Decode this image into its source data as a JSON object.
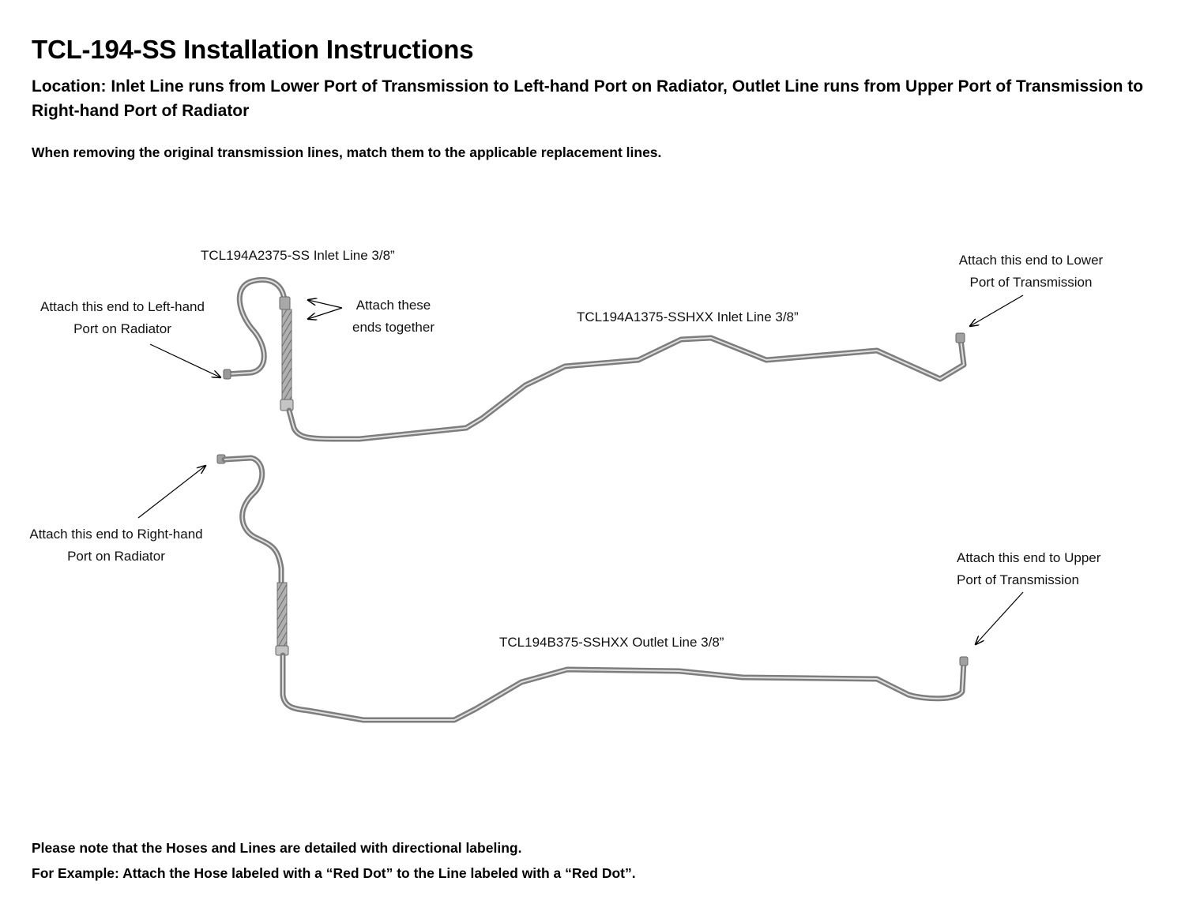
{
  "header": {
    "title": "TCL-194-SS Installation Instructions",
    "location": "Location: Inlet Line runs from Lower Port of Transmission to Left-hand Port on Radiator, Outlet Line runs from Upper Port of Transmission to Right-hand Port of Radiator",
    "removal_note": "When removing the original transmission lines, match them to the applicable replacement lines."
  },
  "diagram": {
    "inlet_short_part": "TCL194A2375-SS Inlet Line 3/8”",
    "inlet_long_part": "TCL194A1375-SSHXX Inlet Line 3/8”",
    "outlet_part": "TCL194B375-SSHXX Outlet Line 3/8”",
    "left_radiator": [
      "Attach this end to Left-hand",
      "Port on Radiator"
    ],
    "join_ends": [
      "Attach these",
      "ends together"
    ],
    "lower_transmission": [
      "Attach this end to Lower",
      "Port of Transmission"
    ],
    "right_radiator": [
      "Attach this end to Right-hand",
      "Port on Radiator"
    ],
    "upper_transmission": [
      "Attach this end to Upper",
      "Port of Transmission"
    ],
    "colors": {
      "tube": "#8a8a8a",
      "tube_highlight": "#e2e2e2",
      "hose": "#9a9a9a"
    }
  },
  "footer": {
    "line1": "Please note that the Hoses and Lines are detailed with directional labeling.",
    "line2": "For Example: Attach the Hose labeled with a “Red Dot” to the Line labeled with a “Red Dot”."
  }
}
